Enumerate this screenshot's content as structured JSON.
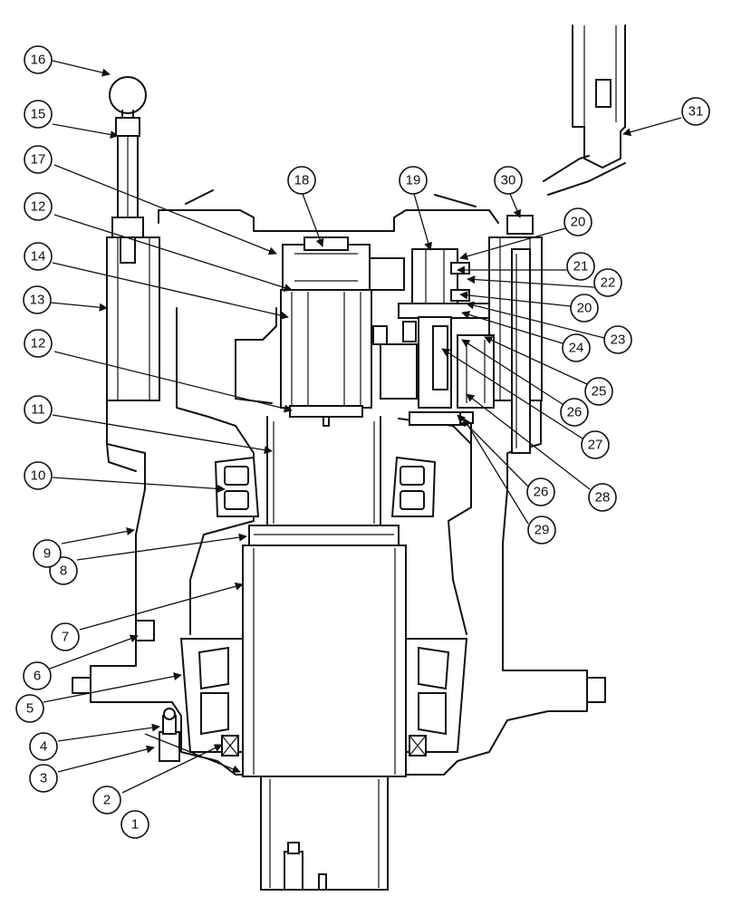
{
  "callouts": [
    {
      "id": "c1",
      "label": "1"
    },
    {
      "id": "c2",
      "label": "2"
    },
    {
      "id": "c3",
      "label": "3"
    },
    {
      "id": "c4",
      "label": "4"
    },
    {
      "id": "c5",
      "label": "5"
    },
    {
      "id": "c6",
      "label": "6"
    },
    {
      "id": "c7",
      "label": "7"
    },
    {
      "id": "c8",
      "label": "8"
    },
    {
      "id": "c9",
      "label": "9"
    },
    {
      "id": "c10",
      "label": "10"
    },
    {
      "id": "c11",
      "label": "11"
    },
    {
      "id": "c12a",
      "label": "12"
    },
    {
      "id": "c12b",
      "label": "12"
    },
    {
      "id": "c13",
      "label": "13"
    },
    {
      "id": "c14",
      "label": "14"
    },
    {
      "id": "c15",
      "label": "15"
    },
    {
      "id": "c16",
      "label": "16"
    },
    {
      "id": "c17",
      "label": "17"
    },
    {
      "id": "c18",
      "label": "18"
    },
    {
      "id": "c19",
      "label": "19"
    },
    {
      "id": "c20a",
      "label": "20"
    },
    {
      "id": "c20b",
      "label": "20"
    },
    {
      "id": "c21",
      "label": "21"
    },
    {
      "id": "c22",
      "label": "22"
    },
    {
      "id": "c23",
      "label": "23"
    },
    {
      "id": "c24",
      "label": "24"
    },
    {
      "id": "c25",
      "label": "25"
    },
    {
      "id": "c26a",
      "label": "26"
    },
    {
      "id": "c26b",
      "label": "26"
    },
    {
      "id": "c27",
      "label": "27"
    },
    {
      "id": "c28",
      "label": "28"
    },
    {
      "id": "c29",
      "label": "29"
    },
    {
      "id": "c30",
      "label": "30"
    },
    {
      "id": "c31",
      "label": "31"
    }
  ]
}
